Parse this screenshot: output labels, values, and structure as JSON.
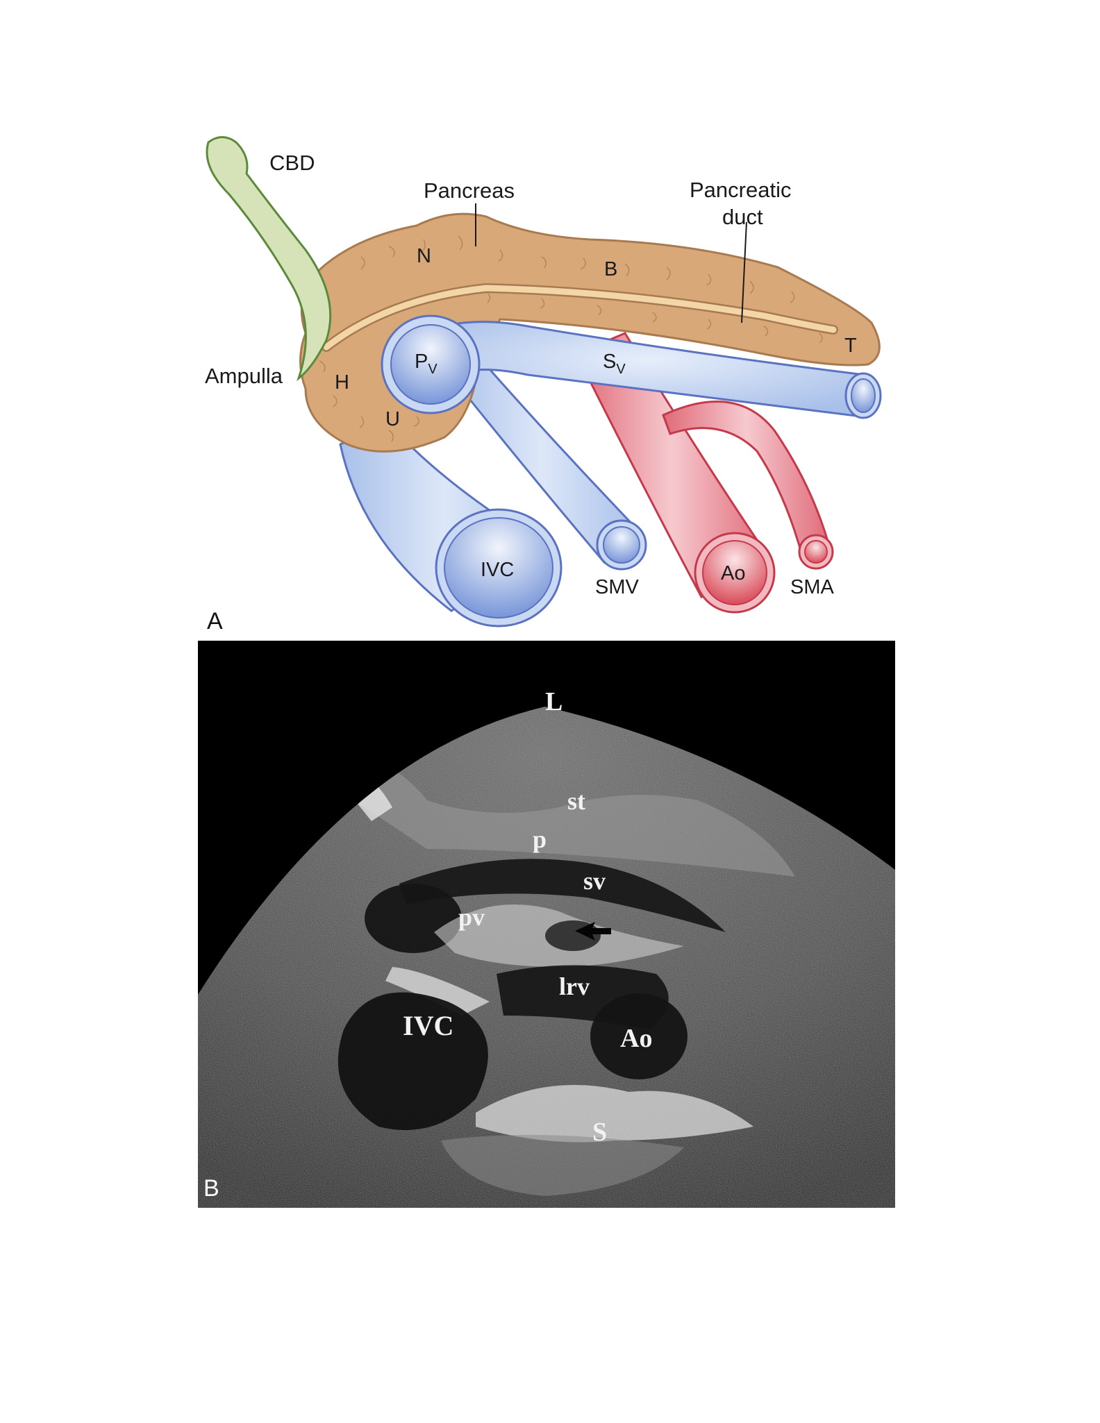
{
  "panel_a": {
    "letter": "A",
    "labels": {
      "cbd": "CBD",
      "pancreas": "Pancreas",
      "pancreatic_duct_line1": "Pancreatic",
      "pancreatic_duct_line2": "duct",
      "ampulla": "Ampulla",
      "neck": "N",
      "body": "B",
      "tail": "T",
      "head": "H",
      "uncinate": "U",
      "portal_vein": "P",
      "portal_vein_sub": "V",
      "splenic_vein": "S",
      "splenic_vein_sub": "V",
      "ivc": "IVC",
      "smv": "SMV",
      "aorta": "Ao",
      "sma": "SMA"
    },
    "colors": {
      "pancreas": "#d9a878",
      "pancreas_outline": "#a87a50",
      "duct": "#f3d6a8",
      "cbd": "#d6e3b8",
      "cbd_outline": "#5a8a3a",
      "vein": "#b9cdee",
      "vein_outline": "#5a72c0",
      "artery": "#e8828e",
      "artery_outline": "#c43a4a"
    }
  },
  "panel_b": {
    "letter": "B",
    "labels": {
      "liver": "L",
      "stomach": "st",
      "pancreas": "p",
      "splenic_vein": "sv",
      "portal_vein": "pv",
      "left_renal_vein": "lrv",
      "ivc": "IVC",
      "aorta": "Ao",
      "spine": "S"
    }
  }
}
